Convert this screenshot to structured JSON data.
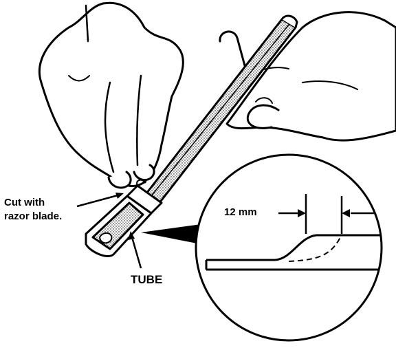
{
  "diagram": {
    "callout_cut_line1": "Cut with",
    "callout_cut_line2": "razor blade.",
    "callout_tube": "TUBE",
    "dimension": "12 mm"
  },
  "colors": {
    "ink": "#000000",
    "paper": "#ffffff"
  }
}
